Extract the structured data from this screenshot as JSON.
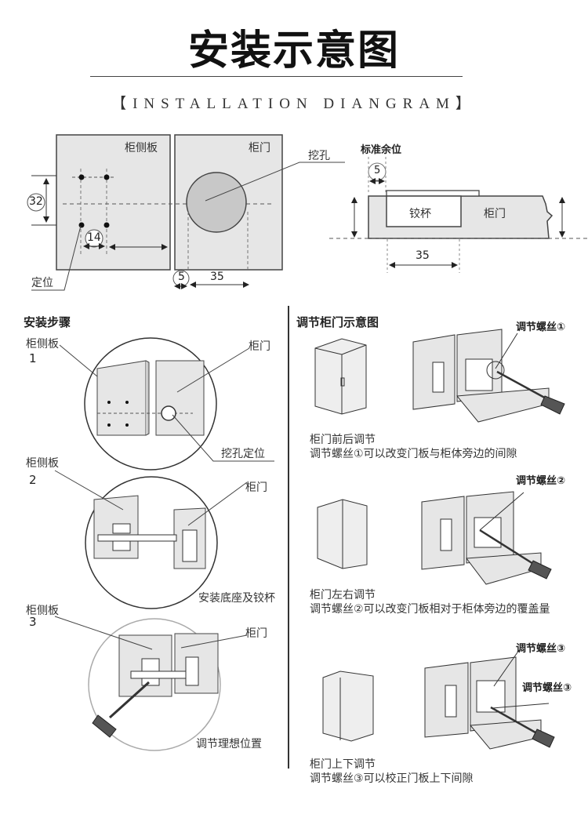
{
  "header": {
    "title": "安装示意图",
    "subtitle": "【INSTALLATION DIANGRAM】"
  },
  "top_diagram": {
    "side_panel_label": "柜侧板",
    "door_label": "柜门",
    "hole_label": "挖孔",
    "position_label": "定位",
    "dim_32": "32",
    "dim_14": "14",
    "dim_5": "5",
    "dim_35": "35"
  },
  "cross_section": {
    "standard_margin_label": "标准余位",
    "dim_5": "5",
    "cup_label": "铰杯",
    "door_label": "柜门",
    "dim_35": "35"
  },
  "install_steps": {
    "heading": "安装步骤",
    "steps": [
      {
        "number": "1",
        "side_label": "柜侧板",
        "door_label": "柜门",
        "caption": "挖孔定位"
      },
      {
        "number": "2",
        "side_label": "柜侧板",
        "door_label": "柜门",
        "caption": "安装底座及铰杯"
      },
      {
        "number": "3",
        "side_label": "柜侧板",
        "door_label": "柜门",
        "caption": "调节理想位置"
      }
    ]
  },
  "adjustment": {
    "heading": "调节柜门示意图",
    "items": [
      {
        "screw_label": "调节螺丝①",
        "title": "柜门前后调节",
        "desc": "调节螺丝①可以改变门板与柜体旁边的间隙"
      },
      {
        "screw_label": "调节螺丝②",
        "title": "柜门左右调节",
        "desc": "调节螺丝②可以改变门板相对于柜体旁边的覆盖量"
      },
      {
        "screw_label": "调节螺丝③",
        "screw_label_2": "调节螺丝③",
        "title": "柜门上下调节",
        "desc": "调节螺丝③可以校正门板上下间隙"
      }
    ]
  },
  "colors": {
    "panel_fill": "#e6e6e6",
    "hole_fill": "#c8c8c8",
    "line": "#333333"
  }
}
